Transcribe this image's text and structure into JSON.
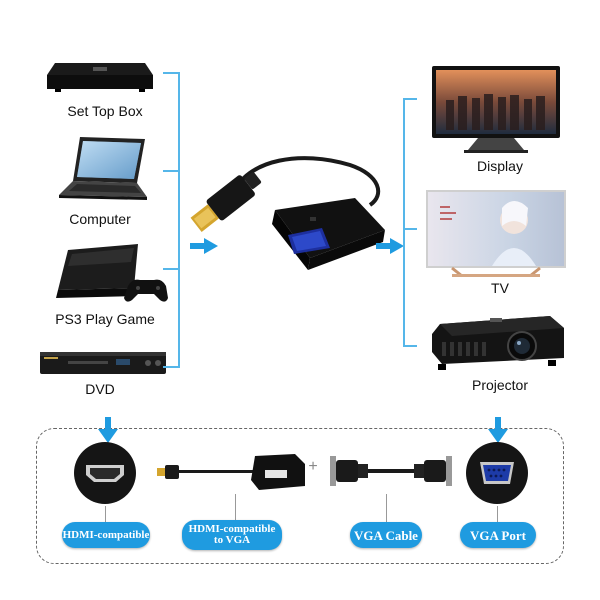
{
  "sources": [
    {
      "label": "Set Top Box",
      "icon": "set-top-box-icon"
    },
    {
      "label": "Computer",
      "icon": "laptop-icon"
    },
    {
      "label": "PS3 Play Game",
      "icon": "game-console-icon"
    },
    {
      "label": "DVD",
      "icon": "dvd-player-icon"
    }
  ],
  "outputs": [
    {
      "label": "Display",
      "icon": "monitor-icon"
    },
    {
      "label": "TV",
      "icon": "tv-icon"
    },
    {
      "label": "Projector",
      "icon": "projector-icon"
    }
  ],
  "connectors": [
    {
      "label": "HDMI-compatible"
    },
    {
      "label": "HDMI-compatible\nto VGA"
    },
    {
      "label": "VGA Cable"
    },
    {
      "label": "VGA Port"
    }
  ],
  "colors": {
    "accent": "#1f9be0",
    "line": "#55b6e9",
    "device": "#1a1a1a"
  }
}
